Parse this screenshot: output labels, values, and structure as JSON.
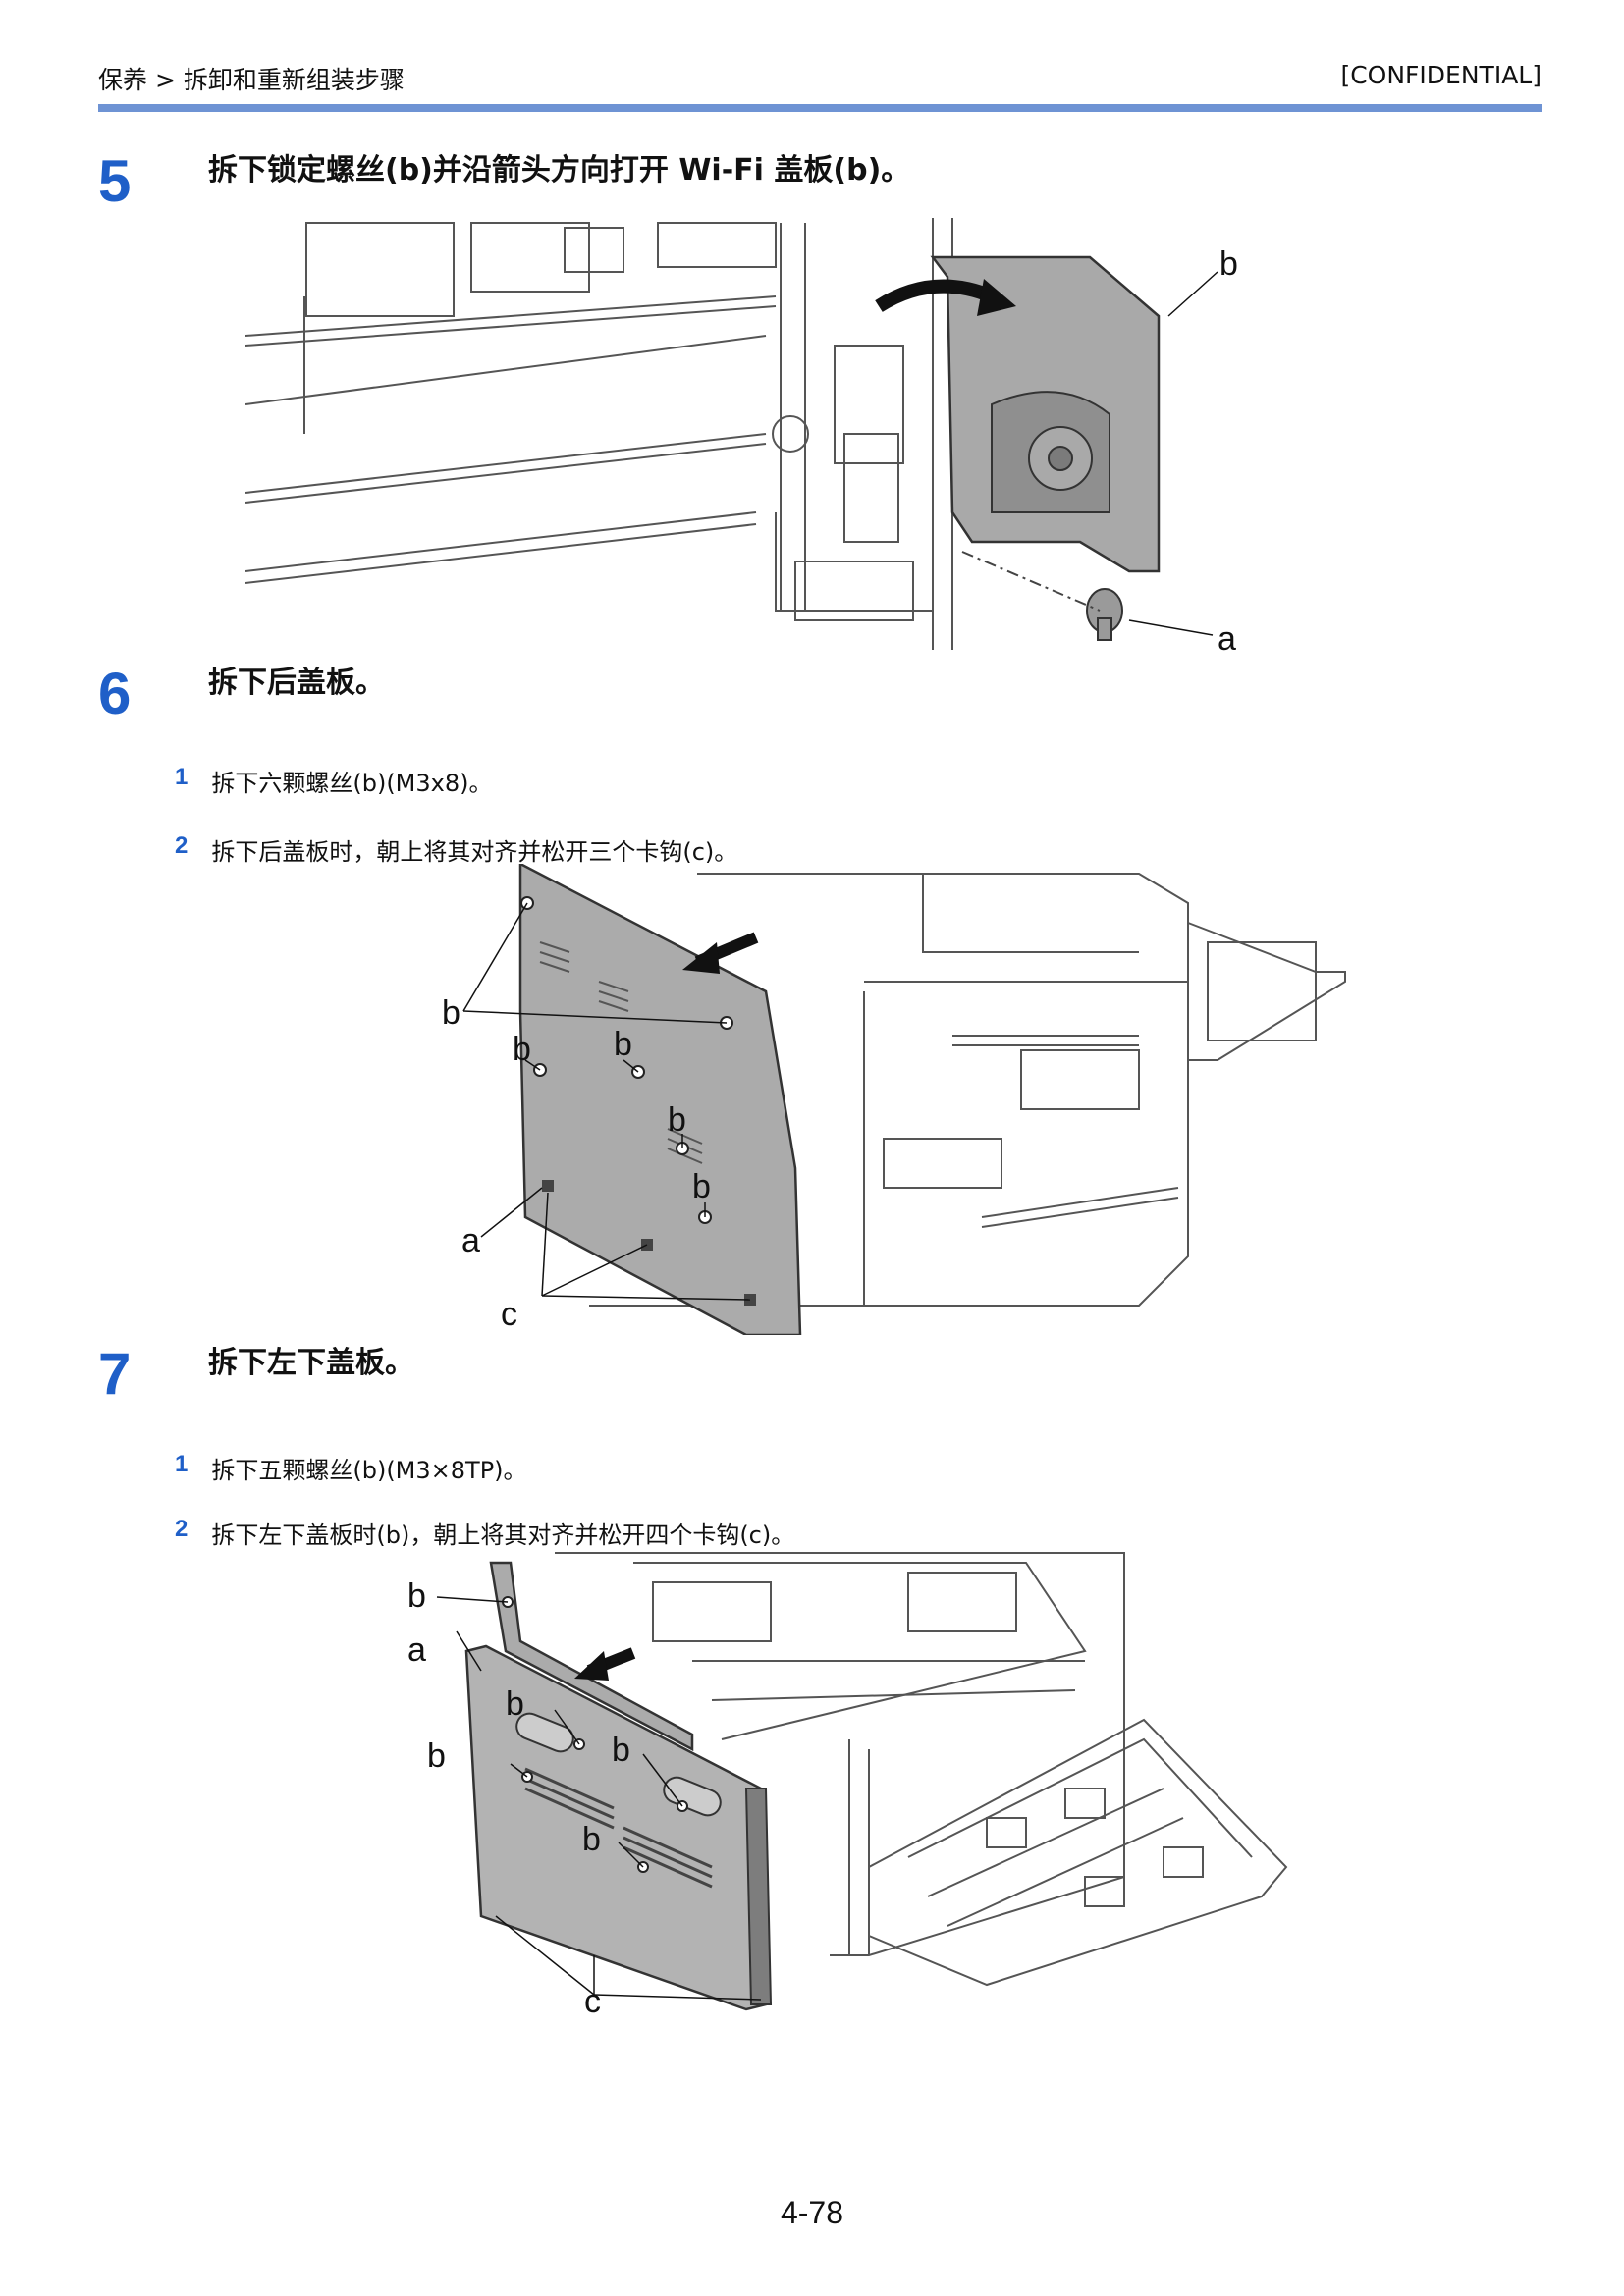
{
  "header": {
    "breadcrumb": "保养 > 拆卸和重新组装步骤",
    "confidential": "[CONFIDENTIAL]"
  },
  "steps": [
    {
      "number": "5",
      "title": "拆下锁定螺丝(b)并沿箭头方向打开 Wi-Fi 盖板(b)。",
      "figure_labels": [
        "b",
        "a"
      ]
    },
    {
      "number": "6",
      "title": "拆下后盖板。",
      "substeps": [
        {
          "num": "1",
          "text": "拆下六颗螺丝(b)(M3x8)。"
        },
        {
          "num": "2",
          "text": "拆下后盖板时，朝上将其对齐并松开三个卡钩(c)。"
        }
      ],
      "figure_labels": [
        "b",
        "b",
        "b",
        "b",
        "b",
        "a",
        "c"
      ]
    },
    {
      "number": "7",
      "title": "拆下左下盖板。",
      "substeps": [
        {
          "num": "1",
          "text": "拆下五颗螺丝(b)(M3×8TP)。"
        },
        {
          "num": "2",
          "text": "拆下左下盖板时(b)，朝上将其对齐并松开四个卡钩(c)。"
        }
      ],
      "figure_labels": [
        "b",
        "a",
        "b",
        "b",
        "b",
        "b",
        "c"
      ]
    }
  ],
  "page_number": "4-78"
}
